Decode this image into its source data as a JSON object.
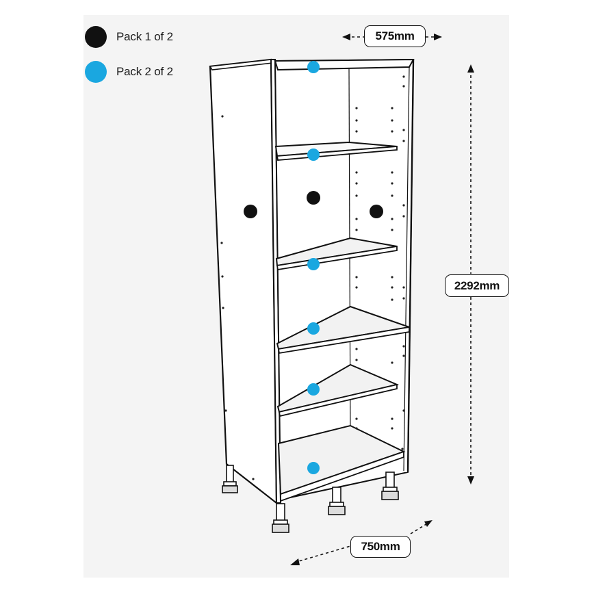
{
  "legend": {
    "pack1": {
      "label": "Pack 1 of 2",
      "color": "#111111"
    },
    "pack2": {
      "label": "Pack 2 of 2",
      "color": "#1aa7e0"
    }
  },
  "dimensions": {
    "depth": "575mm",
    "height": "2292mm",
    "width": "750mm"
  },
  "colors": {
    "background": "#ffffff",
    "shade": "#f2f2f2",
    "outline": "#111111"
  }
}
